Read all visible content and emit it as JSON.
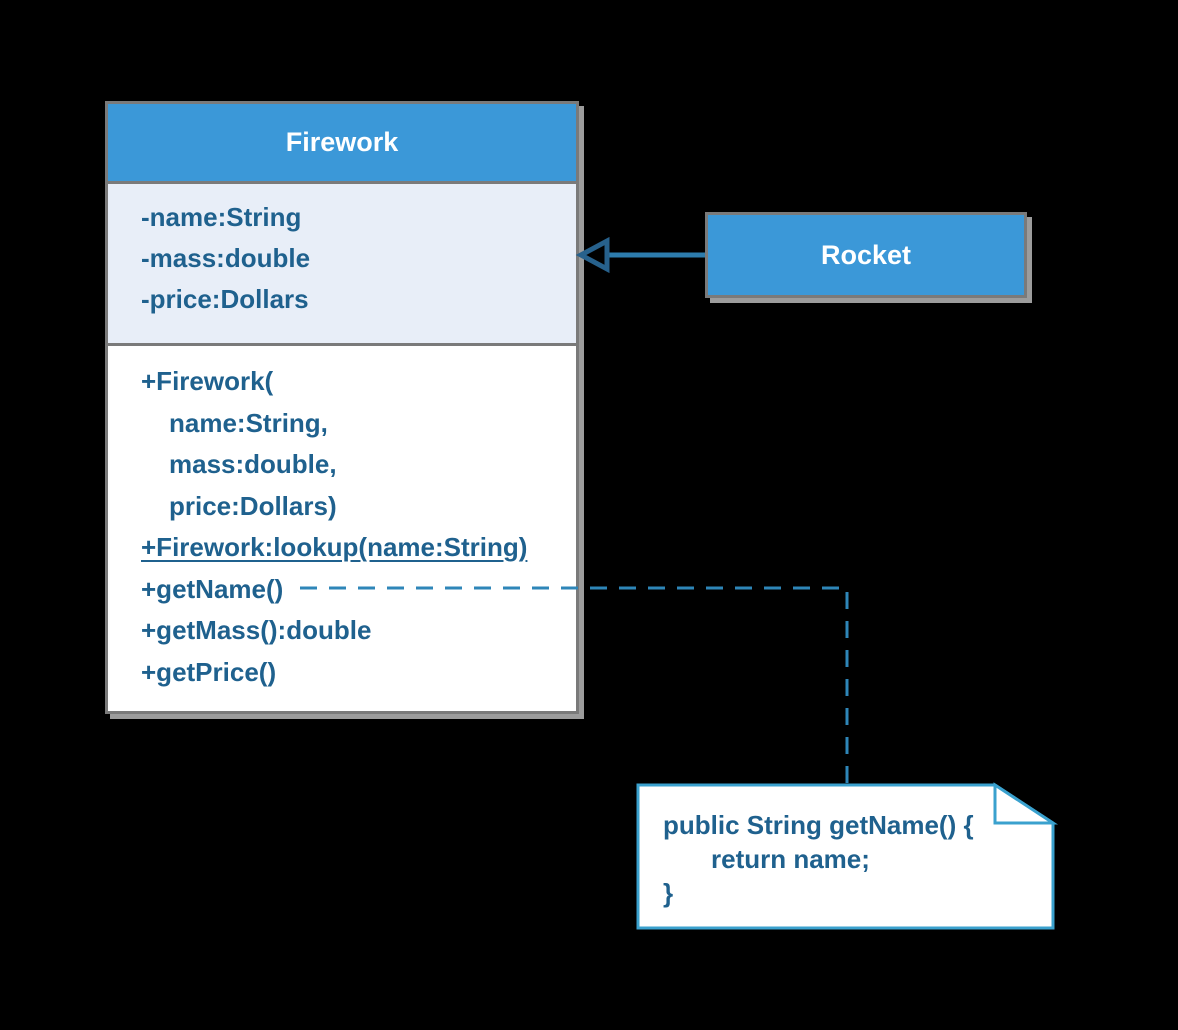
{
  "firework_class": {
    "title": "Firework",
    "attributes": [
      "-name:String",
      "-mass:double",
      "-price:Dollars"
    ],
    "methods": [
      "+Firework(",
      "name:String,",
      "mass:double,",
      "price:Dollars)",
      "+Firework:lookup(name:String)",
      "+getName()",
      "+getMass():double",
      "+getPrice()"
    ]
  },
  "rocket_class": {
    "title": "Rocket"
  },
  "note": {
    "lines": [
      "public String getName() {",
      "return name;",
      "}"
    ]
  },
  "relationships": [
    {
      "type": "generalization-arrow",
      "from": "Rocket",
      "to": "Firework"
    },
    {
      "type": "dashed-note-anchor",
      "from": "+getName()",
      "to": "code-note"
    }
  ],
  "colors": {
    "background": "#000000",
    "class_header_fill": "#3b98d8",
    "attributes_fill": "#e8eef8",
    "methods_fill": "#ffffff",
    "class_border": "#7a7a7a",
    "shadow": "#9c9c9c",
    "member_text": "#1f618e",
    "arrow_line": "#2d7cad",
    "arrowhead_stroke": "#27618c",
    "dashed_line": "#2e86b8",
    "note_border": "#3aa1ce",
    "note_fill": "#ffffff"
  }
}
